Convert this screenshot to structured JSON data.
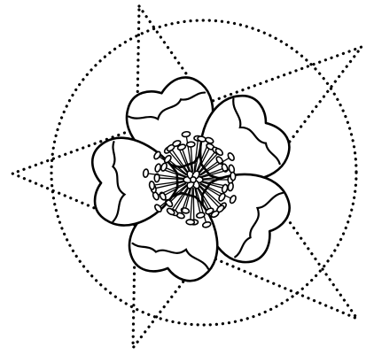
{
  "illustration": {
    "subject": "flower-line-art",
    "stroke_color": "#000000",
    "background_color": "#ffffff",
    "petal_count": 5,
    "guide_circle": "dotted",
    "guide_star": "dotted-five-point"
  }
}
